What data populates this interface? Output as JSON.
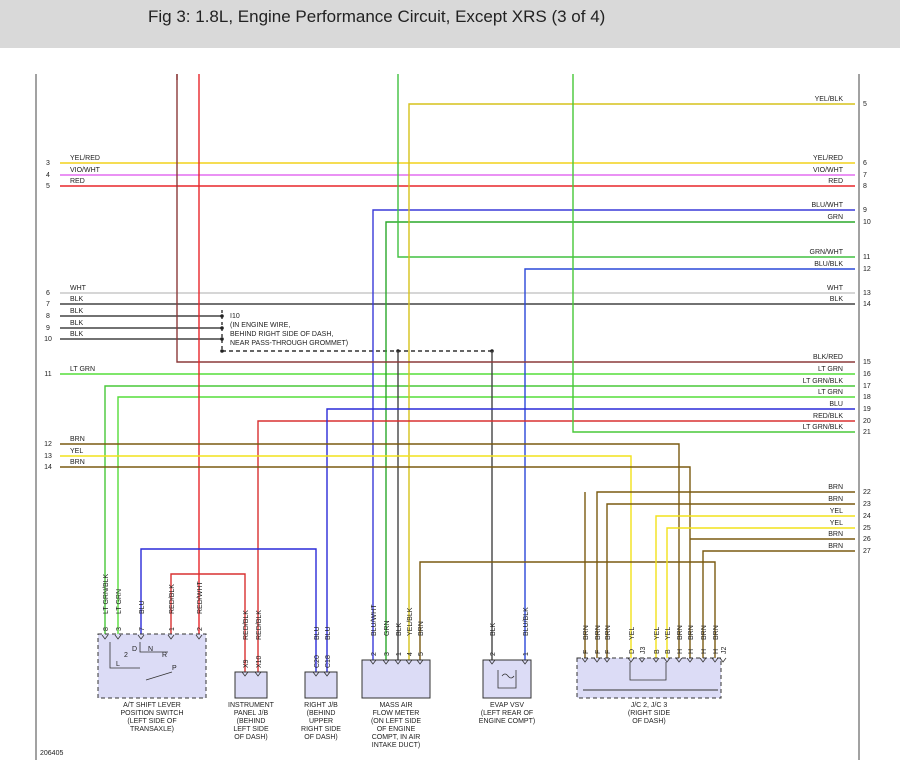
{
  "header": {
    "title": "Fig 3: 1.8L, Engine Performance Circuit, Except XRS (3 of 4)"
  },
  "figure_id": "206405",
  "splice": {
    "name": "I10",
    "lines": [
      "(IN ENGINE WIRE,",
      "BEHIND RIGHT SIDE OF DASH,",
      "NEAR PASS-THROUGH GROMMET)"
    ]
  },
  "wires_left": [
    {
      "num": "3",
      "label": "YEL/RED",
      "color": "#f2d21b"
    },
    {
      "num": "4",
      "label": "VIO/WHT",
      "color": "#e36ef0"
    },
    {
      "num": "5",
      "label": "RED",
      "color": "#e8262a"
    },
    {
      "num": "6",
      "label": "WHT",
      "color": "#c9c9c9"
    },
    {
      "num": "7",
      "label": "BLK",
      "color": "#444444"
    },
    {
      "num": "8",
      "label": "BLK",
      "color": "#444444"
    },
    {
      "num": "9",
      "label": "BLK",
      "color": "#444444"
    },
    {
      "num": "10",
      "label": "BLK",
      "color": "#444444"
    },
    {
      "num": "11",
      "label": "LT GRN",
      "color": "#55dd3a"
    },
    {
      "num": "12",
      "label": "BRN",
      "color": "#7a5a10"
    },
    {
      "num": "13",
      "label": "YEL",
      "color": "#f2e21b"
    },
    {
      "num": "14",
      "label": "BRN",
      "color": "#7a5a10"
    }
  ],
  "wires_right": [
    {
      "num": "5",
      "label": "YEL/BLK",
      "color": "#d6c21b"
    },
    {
      "num": "6",
      "label": "YEL/RED",
      "color": "#f2d21b"
    },
    {
      "num": "7",
      "label": "VIO/WHT",
      "color": "#e36ef0"
    },
    {
      "num": "8",
      "label": "RED",
      "color": "#e8262a"
    },
    {
      "num": "9",
      "label": "BLU/WHT",
      "color": "#3a3ad8"
    },
    {
      "num": "10",
      "label": "GRN",
      "color": "#2aa82a"
    },
    {
      "num": "11",
      "label": "GRN/WHT",
      "color": "#40c040"
    },
    {
      "num": "12",
      "label": "BLU/BLK",
      "color": "#2a48d8"
    },
    {
      "num": "13",
      "label": "WHT",
      "color": "#c9c9c9"
    },
    {
      "num": "14",
      "label": "BLK",
      "color": "#444444"
    },
    {
      "num": "15",
      "label": "BLK/RED",
      "color": "#8b3a3a"
    },
    {
      "num": "16",
      "label": "LT GRN",
      "color": "#55dd3a"
    },
    {
      "num": "17",
      "label": "LT GRN/BLK",
      "color": "#48c838"
    },
    {
      "num": "18",
      "label": "LT GRN",
      "color": "#55dd3a"
    },
    {
      "num": "19",
      "label": "BLU",
      "color": "#2a2ad8"
    },
    {
      "num": "20",
      "label": "RED/BLK",
      "color": "#d83030"
    },
    {
      "num": "21",
      "label": "LT GRN/BLK",
      "color": "#48c838"
    },
    {
      "num": "22",
      "label": "BRN",
      "color": "#7a5a10"
    },
    {
      "num": "23",
      "label": "BRN",
      "color": "#7a5a10"
    },
    {
      "num": "24",
      "label": "YEL",
      "color": "#f2e21b"
    },
    {
      "num": "25",
      "label": "YEL",
      "color": "#f2e21b"
    },
    {
      "num": "26",
      "label": "BRN",
      "color": "#7a5a10"
    },
    {
      "num": "27",
      "label": "BRN",
      "color": "#7a5a10"
    }
  ],
  "components": [
    {
      "id": "at-shift",
      "title": [
        "A/T SHIFT LEVER",
        "POSITION SWITCH",
        "(LEFT SIDE OF",
        "TRANSAXLE)"
      ],
      "pins": [
        {
          "pin": "8",
          "wire": "LT GRN/BLK"
        },
        {
          "pin": "3",
          "wire": "LT GRN"
        },
        {
          "pin": "7",
          "wire": "BLU"
        },
        {
          "pin": "1",
          "wire": "RED/BLK"
        },
        {
          "pin": "2",
          "wire": "RED/WHT"
        }
      ],
      "inner": [
        "D",
        "N",
        "2",
        "R",
        "L",
        "P"
      ]
    },
    {
      "id": "ip-jb",
      "title": [
        "INSTRUMENT",
        "PANEL J/B",
        "(BEHIND",
        "LEFT SIDE",
        "OF DASH)"
      ],
      "pins": [
        {
          "pin": "X9",
          "wire": "RED/BLK"
        },
        {
          "pin": "X10",
          "wire": "RED/BLK"
        }
      ]
    },
    {
      "id": "right-jb",
      "title": [
        "RIGHT J/B",
        "(BEHIND",
        "UPPER",
        "RIGHT SIDE",
        "OF DASH)"
      ],
      "pins": [
        {
          "pin": "C20",
          "wire": "BLU"
        },
        {
          "pin": "C18",
          "wire": "BLU"
        }
      ]
    },
    {
      "id": "maf",
      "title": [
        "MASS AIR",
        "FLOW METER",
        "(ON LEFT SIDE",
        "OF ENGINE",
        "COMPT, IN AIR",
        "INTAKE DUCT)"
      ],
      "pins": [
        {
          "pin": "2",
          "wire": "BLU/WHT"
        },
        {
          "pin": "3",
          "wire": "GRN"
        },
        {
          "pin": "1",
          "wire": "BLK"
        },
        {
          "pin": "4",
          "wire": "YEL/BLK"
        },
        {
          "pin": "5",
          "wire": "BRN"
        }
      ]
    },
    {
      "id": "evap",
      "title": [
        "EVAP VSV",
        "(LEFT REAR OF",
        "ENGINE COMPT)"
      ],
      "pins": [
        {
          "pin": "2",
          "wire": "BLK"
        },
        {
          "pin": "1",
          "wire": "BLU/BLK"
        }
      ]
    },
    {
      "id": "jc",
      "title": [
        "J/C 2, J/C 3",
        "(RIGHT SIDE",
        "OF DASH)"
      ],
      "pins": [
        {
          "pin": "F",
          "wire": "BRN"
        },
        {
          "pin": "F",
          "wire": "BRN"
        },
        {
          "pin": "F",
          "wire": "BRN"
        },
        {
          "pin": "D",
          "wire": "YEL"
        },
        {
          "pin": "J3",
          "wire": ""
        },
        {
          "pin": "B",
          "wire": "YEL"
        },
        {
          "pin": "B",
          "wire": "YEL"
        },
        {
          "pin": "H",
          "wire": "BRN"
        },
        {
          "pin": "H",
          "wire": "BRN"
        },
        {
          "pin": "H",
          "wire": "BRN"
        },
        {
          "pin": "H",
          "wire": "BRN"
        },
        {
          "pin": "J2",
          "wire": ""
        }
      ]
    }
  ]
}
